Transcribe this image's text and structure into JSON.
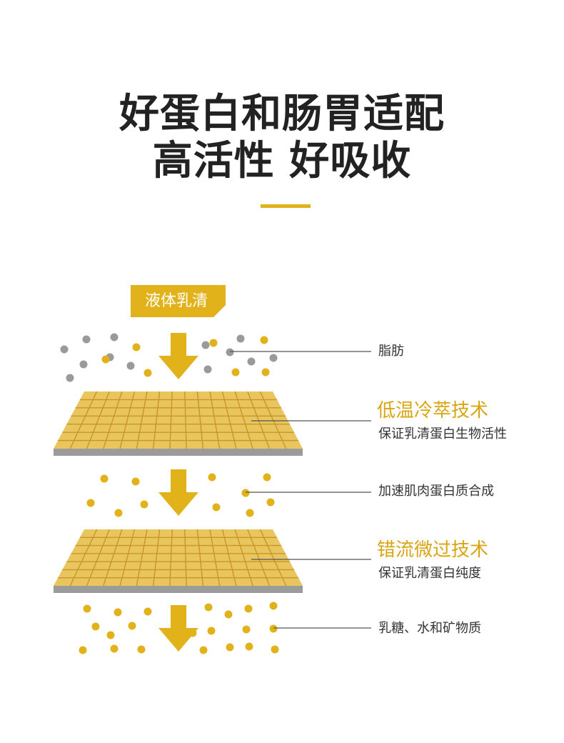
{
  "title": {
    "line1": "好蛋白和肠胃适配",
    "line2": "高活性 好吸收"
  },
  "input_tag": "液体乳清",
  "labels": {
    "fat": "脂肪",
    "tech1_title": "低温冷萃技术",
    "tech1_desc": "保证乳清蛋白生物活性",
    "synthesis": "加速肌肉蛋白质合成",
    "tech2_title": "错流微过技术",
    "tech2_desc": "保证乳清蛋白纯度",
    "byproducts": "乳糖、水和矿物质"
  },
  "colors": {
    "accent": "#e2b21a",
    "heading": "#d9a513",
    "gray_particle": "#9a9a9a",
    "filter_fill": "#e9c55d",
    "filter_line": "#c9952a",
    "filter_edge": "#9b9b9b"
  }
}
